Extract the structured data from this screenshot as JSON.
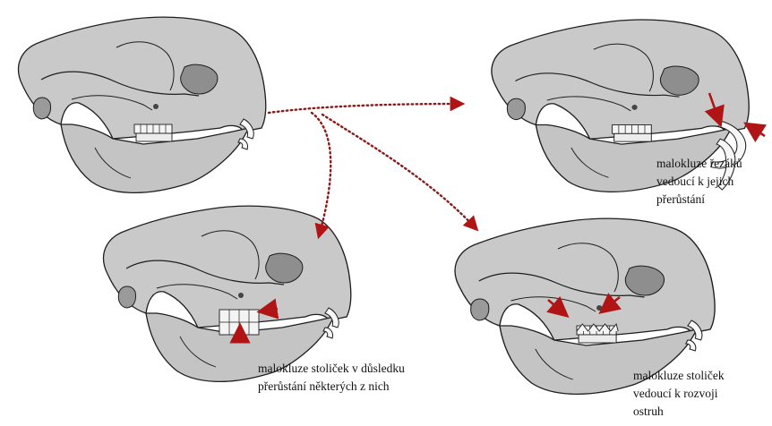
{
  "colors": {
    "bone_fill": "#c9c9c9",
    "bone_stroke": "#1e1e1e",
    "arrow": "#b01414",
    "dotted_path": "#8a1a1a",
    "teeth_fill": "#f4f4f4"
  },
  "icons": {
    "skull": "rabbit-skull-lateral-view",
    "arrow": "red-pointer-arrow"
  },
  "captions": {
    "incisor_malocclusion": [
      "malokluze řezáků",
      "vedoucí k jejich",
      "přerůstání"
    ],
    "molar_overgrowth": [
      "malokluze stoliček v důsledku",
      "přerůstání některých z nich"
    ],
    "molar_spurs": [
      "malokluze stoliček",
      "vedoucí k rozvoji",
      "ostruh"
    ]
  }
}
